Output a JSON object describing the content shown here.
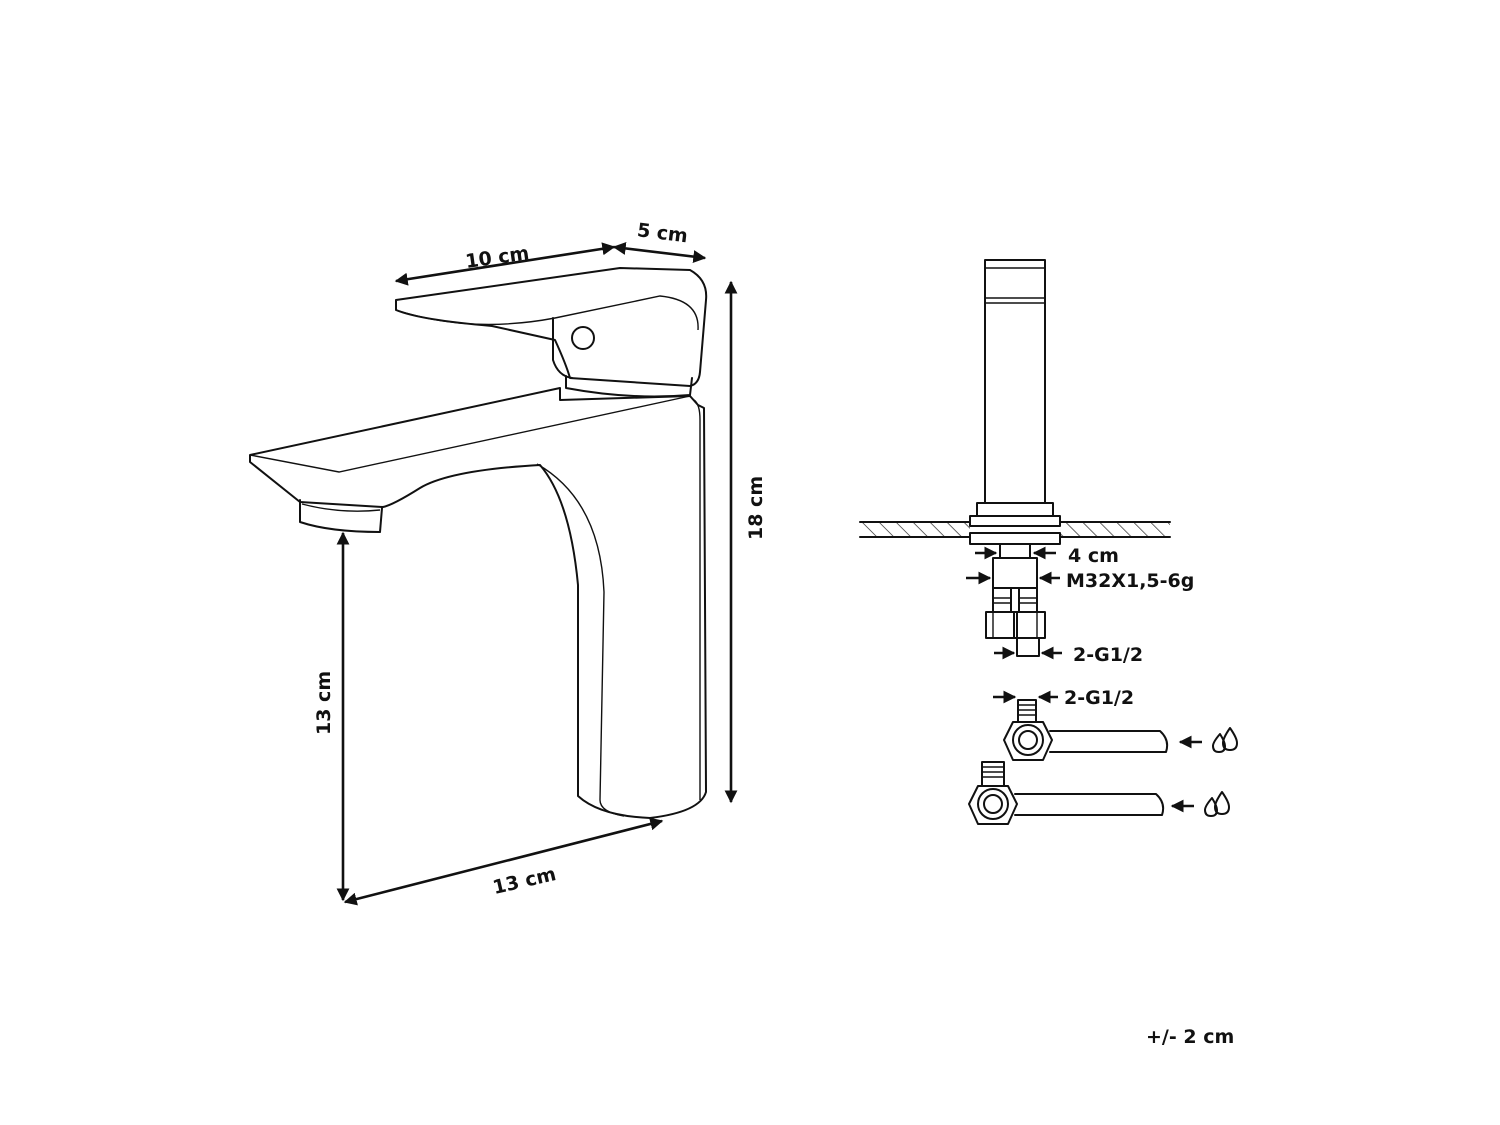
{
  "dimensions": {
    "handle_length": "10 cm",
    "handle_width": "5 cm",
    "total_height": "18 cm",
    "spout_height": "13 cm",
    "depth": "13 cm"
  },
  "connections": {
    "shank_size": "4 cm",
    "thread": "M32X1,5-6g",
    "hose_connector": "2-G1/2",
    "supply_connector": "2-G1/2"
  },
  "tolerance": "+/- 2 cm",
  "icons": {
    "water_inlet_hot": "water-drops-icon",
    "water_inlet_cold": "water-drops-icon"
  }
}
